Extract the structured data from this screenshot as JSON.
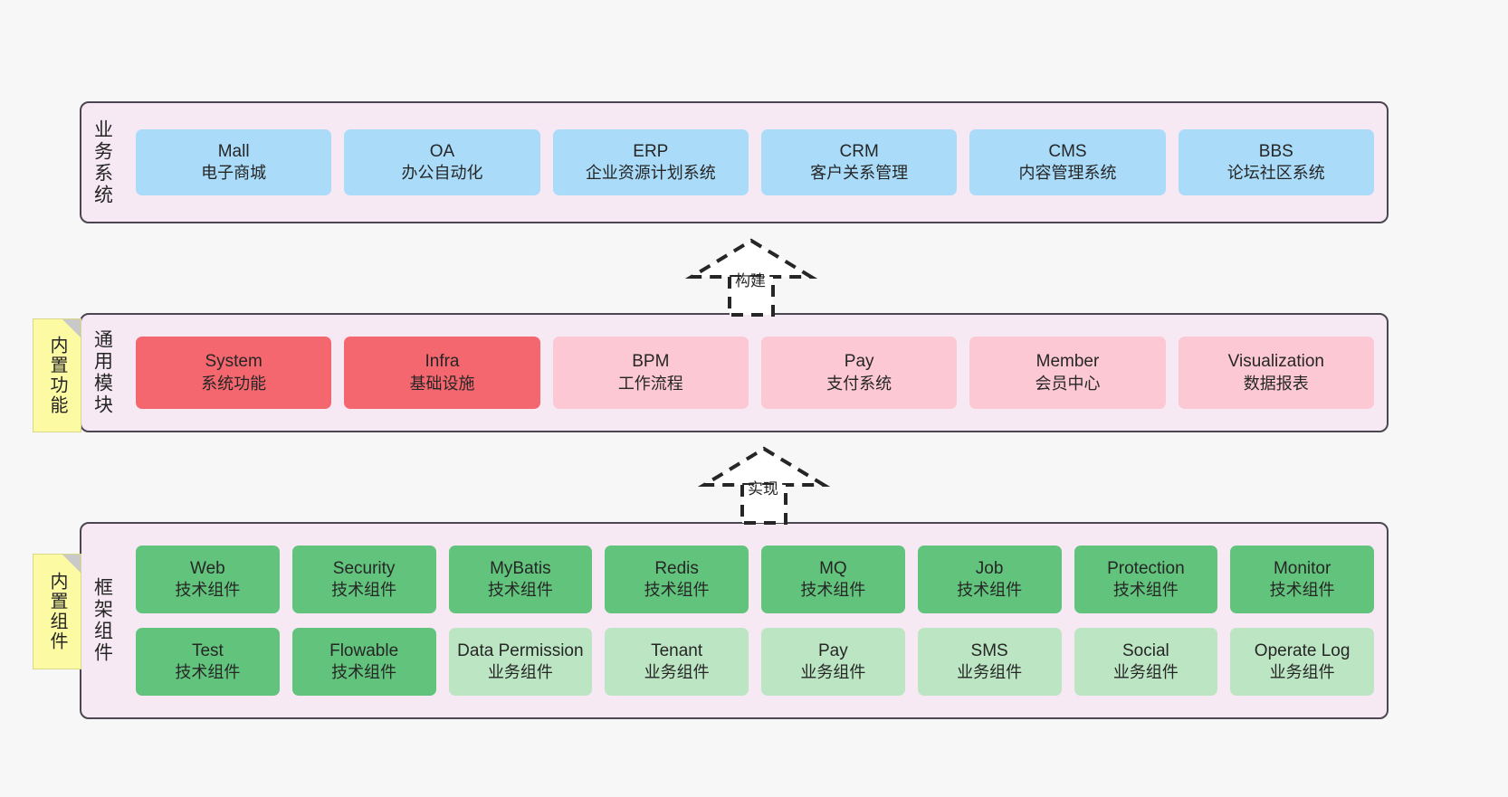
{
  "meta": {
    "background_color": "#f7f7f7",
    "layer_bg_color": "#f7e9f4",
    "layer_border_color": "#4c4652",
    "note_color": "#fcfaa2",
    "blue": "#aadcfa",
    "red": "#f4676e",
    "pink": "#fbc8d4",
    "green": "#62c47c",
    "light_green": "#bce6c3"
  },
  "layers": {
    "business": {
      "title": "业务系统",
      "cards": [
        {
          "en": "Mall",
          "cn": "电子商城"
        },
        {
          "en": "OA",
          "cn": "办公自动化"
        },
        {
          "en": "ERP",
          "cn": "企业资源计划系统"
        },
        {
          "en": "CRM",
          "cn": "客户关系管理"
        },
        {
          "en": "CMS",
          "cn": "内容管理系统"
        },
        {
          "en": "BBS",
          "cn": "论坛社区系统"
        }
      ]
    },
    "common": {
      "title": "通用模块",
      "note": "内置功能",
      "cards": [
        {
          "en": "System",
          "cn": "系统功能"
        },
        {
          "en": "Infra",
          "cn": "基础设施"
        },
        {
          "en": "BPM",
          "cn": "工作流程"
        },
        {
          "en": "Pay",
          "cn": "支付系统"
        },
        {
          "en": "Member",
          "cn": "会员中心"
        },
        {
          "en": "Visualization",
          "cn": "数据报表"
        }
      ]
    },
    "framework": {
      "title": "框架组件",
      "note": "内置组件",
      "row1": [
        {
          "en": "Web",
          "cn": "技术组件"
        },
        {
          "en": "Security",
          "cn": "技术组件"
        },
        {
          "en": "MyBatis",
          "cn": "技术组件"
        },
        {
          "en": "Redis",
          "cn": "技术组件"
        },
        {
          "en": "MQ",
          "cn": "技术组件"
        },
        {
          "en": "Job",
          "cn": "技术组件"
        },
        {
          "en": "Protection",
          "cn": "技术组件"
        },
        {
          "en": "Monitor",
          "cn": "技术组件"
        }
      ],
      "row2": [
        {
          "en": "Test",
          "cn": "技术组件"
        },
        {
          "en": "Flowable",
          "cn": "技术组件"
        },
        {
          "en": "Data Permission",
          "cn": "业务组件"
        },
        {
          "en": "Tenant",
          "cn": "业务组件"
        },
        {
          "en": "Pay",
          "cn": "业务组件"
        },
        {
          "en": "SMS",
          "cn": "业务组件"
        },
        {
          "en": "Social",
          "cn": "业务组件"
        },
        {
          "en": "Operate Log",
          "cn": "业务组件"
        }
      ]
    }
  },
  "connectors": [
    {
      "label": "构建"
    },
    {
      "label": "实现"
    }
  ]
}
